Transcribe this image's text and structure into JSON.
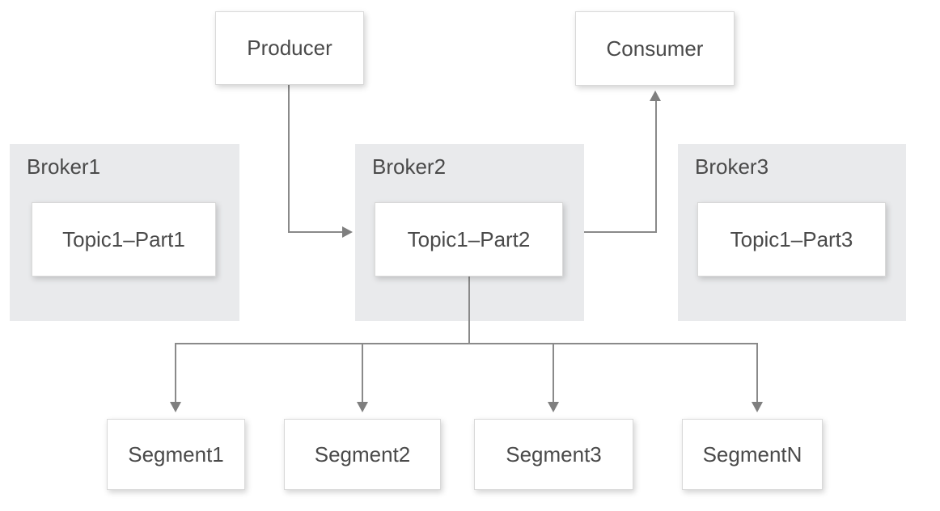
{
  "diagram": {
    "producer": {
      "label": "Producer"
    },
    "consumer": {
      "label": "Consumer"
    },
    "brokers": [
      {
        "label": "Broker1",
        "topic": "Topic1–Part1"
      },
      {
        "label": "Broker2",
        "topic": "Topic1–Part2"
      },
      {
        "label": "Broker3",
        "topic": "Topic1–Part3"
      }
    ],
    "segments": [
      "Segment1",
      "Segment2",
      "Segment3",
      "SegmentN"
    ],
    "edges": [
      {
        "from": "Producer",
        "to": "Broker2",
        "type": "arrow"
      },
      {
        "from": "Broker2",
        "to": "Consumer",
        "type": "arrow"
      },
      {
        "from": "Topic1–Part2",
        "to": "Segment1",
        "type": "arrow"
      },
      {
        "from": "Topic1–Part2",
        "to": "Segment2",
        "type": "arrow"
      },
      {
        "from": "Topic1–Part2",
        "to": "Segment3",
        "type": "arrow"
      },
      {
        "from": "Topic1–Part2",
        "to": "SegmentN",
        "type": "arrow"
      }
    ],
    "colors": {
      "broker_fill": "#e9eaec",
      "node_border": "#d9d9d9",
      "connector": "#8a8a8a",
      "arrowhead": "#7f7f7f",
      "text": "#4a4a4a",
      "background": "#ffffff"
    }
  }
}
